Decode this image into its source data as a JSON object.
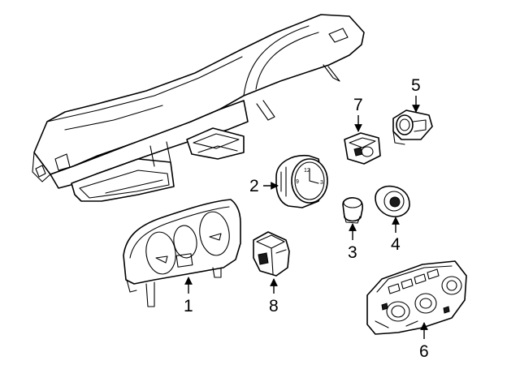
{
  "callouts": {
    "c1": "1",
    "c2": "2",
    "c3": "3",
    "c4": "4",
    "c5": "5",
    "c6": "6",
    "c7": "7",
    "c8": "8"
  },
  "clock_face": {
    "twelve": "12",
    "nine": "9",
    "three": "3"
  }
}
